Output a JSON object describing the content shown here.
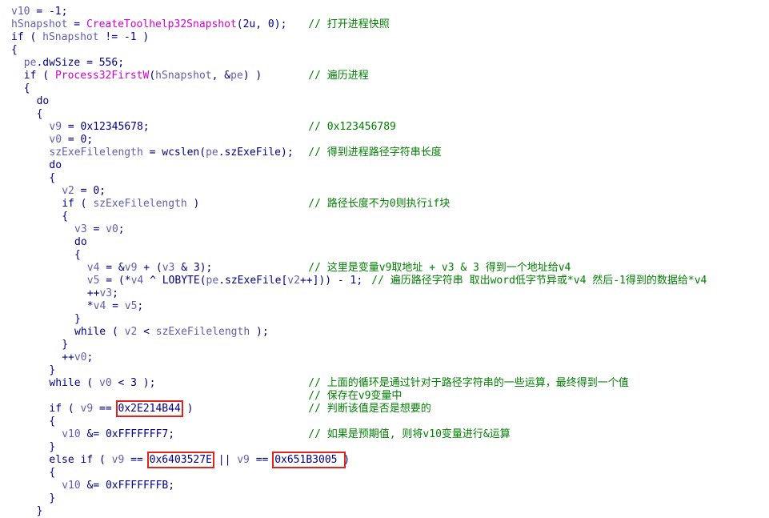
{
  "colors": {
    "background": "#ffffff",
    "keyword": "#000080",
    "variable": "#5f5faf",
    "function": "#d000d0",
    "number": "#000080",
    "comment": "#008000",
    "highlight_box": "#e0231d"
  },
  "lines": [
    {
      "indent": 0,
      "tokens": [
        {
          "t": "v10",
          "c": "variable"
        },
        {
          "t": " = -1;"
        }
      ]
    },
    {
      "indent": 0,
      "tokens": [
        {
          "t": "hSnapshot",
          "c": "variable"
        },
        {
          "t": " = "
        },
        {
          "t": "CreateToolhelp32Snapshot",
          "c": "function"
        },
        {
          "t": "(2u, 0);"
        }
      ],
      "comment": "// 打开进程快照",
      "comment_col": 47
    },
    {
      "indent": 0,
      "tokens": [
        {
          "t": "if ( "
        },
        {
          "t": "hSnapshot",
          "c": "variable"
        },
        {
          "t": " != -1 )"
        }
      ]
    },
    {
      "indent": 0,
      "tokens": [
        {
          "t": "{"
        }
      ]
    },
    {
      "indent": 2,
      "tokens": [
        {
          "t": "pe",
          "c": "variable"
        },
        {
          "t": ".dwSize = 556;"
        }
      ]
    },
    {
      "indent": 2,
      "tokens": [
        {
          "t": "if ( "
        },
        {
          "t": "Process32FirstW",
          "c": "function"
        },
        {
          "t": "("
        },
        {
          "t": "hSnapshot",
          "c": "variable"
        },
        {
          "t": ", &"
        },
        {
          "t": "pe",
          "c": "variable"
        },
        {
          "t": ") )"
        }
      ],
      "comment": "// 遍历进程",
      "comment_col": 47
    },
    {
      "indent": 2,
      "tokens": [
        {
          "t": "{"
        }
      ]
    },
    {
      "indent": 4,
      "tokens": [
        {
          "t": "do"
        }
      ]
    },
    {
      "indent": 4,
      "tokens": [
        {
          "t": "{"
        }
      ]
    },
    {
      "indent": 6,
      "tokens": [
        {
          "t": "v9",
          "c": "variable"
        },
        {
          "t": " = 0x12345678;"
        }
      ],
      "comment": "// 0x123456789",
      "comment_col": 47
    },
    {
      "indent": 6,
      "tokens": [
        {
          "t": "v0",
          "c": "variable"
        },
        {
          "t": " = 0;"
        }
      ]
    },
    {
      "indent": 6,
      "tokens": [
        {
          "t": "szExeFilelength",
          "c": "variable"
        },
        {
          "t": " = wcslen("
        },
        {
          "t": "pe",
          "c": "variable"
        },
        {
          "t": ".szExeFile);"
        }
      ],
      "comment": "// 得到进程路径字符串长度",
      "comment_col": 47
    },
    {
      "indent": 6,
      "tokens": [
        {
          "t": "do"
        }
      ]
    },
    {
      "indent": 6,
      "tokens": [
        {
          "t": "{"
        }
      ]
    },
    {
      "indent": 8,
      "tokens": [
        {
          "t": "v2",
          "c": "variable"
        },
        {
          "t": " = 0;"
        }
      ]
    },
    {
      "indent": 8,
      "tokens": [
        {
          "t": "if ( "
        },
        {
          "t": "szExeFilelength",
          "c": "variable"
        },
        {
          "t": " )"
        }
      ],
      "comment": "// 路径长度不为0则执行if块",
      "comment_col": 47
    },
    {
      "indent": 8,
      "tokens": [
        {
          "t": "{"
        }
      ]
    },
    {
      "indent": 10,
      "tokens": [
        {
          "t": "v3",
          "c": "variable"
        },
        {
          "t": " = "
        },
        {
          "t": "v0",
          "c": "variable"
        },
        {
          "t": ";"
        }
      ]
    },
    {
      "indent": 10,
      "tokens": [
        {
          "t": "do"
        }
      ]
    },
    {
      "indent": 10,
      "tokens": [
        {
          "t": "{"
        }
      ]
    },
    {
      "indent": 12,
      "tokens": [
        {
          "t": "v4",
          "c": "variable"
        },
        {
          "t": " = &"
        },
        {
          "t": "v9",
          "c": "variable"
        },
        {
          "t": " + ("
        },
        {
          "t": "v3",
          "c": "variable"
        },
        {
          "t": " & 3);"
        }
      ],
      "comment": "// 这里是变量v9取地址 + v3 & 3 得到一个地址给v4",
      "comment_col": 47
    },
    {
      "indent": 12,
      "tokens": [
        {
          "t": "v5",
          "c": "variable"
        },
        {
          "t": " = (*"
        },
        {
          "t": "v4",
          "c": "variable"
        },
        {
          "t": " ^ LOBYTE("
        },
        {
          "t": "pe",
          "c": "variable"
        },
        {
          "t": ".szExeFile["
        },
        {
          "t": "v2",
          "c": "variable"
        },
        {
          "t": "++])) - 1;"
        }
      ],
      "comment": "// 遍历路径字符串 取出word低字节异或*v4 然后-1得到的数据给*v4",
      "comment_col": 57
    },
    {
      "indent": 12,
      "tokens": [
        {
          "t": "++"
        },
        {
          "t": "v3",
          "c": "variable"
        },
        {
          "t": ";"
        }
      ]
    },
    {
      "indent": 12,
      "tokens": [
        {
          "t": "*"
        },
        {
          "t": "v4",
          "c": "variable"
        },
        {
          "t": " = "
        },
        {
          "t": "v5",
          "c": "variable"
        },
        {
          "t": ";"
        }
      ]
    },
    {
      "indent": 10,
      "tokens": [
        {
          "t": "}"
        }
      ]
    },
    {
      "indent": 10,
      "tokens": [
        {
          "t": "while ( "
        },
        {
          "t": "v2",
          "c": "variable"
        },
        {
          "t": " < "
        },
        {
          "t": "szExeFilelength",
          "c": "variable"
        },
        {
          "t": " );"
        }
      ]
    },
    {
      "indent": 8,
      "tokens": [
        {
          "t": "}"
        }
      ]
    },
    {
      "indent": 8,
      "tokens": [
        {
          "t": "++"
        },
        {
          "t": "v0",
          "c": "variable"
        },
        {
          "t": ";"
        }
      ]
    },
    {
      "indent": 6,
      "tokens": [
        {
          "t": "}"
        }
      ]
    },
    {
      "indent": 6,
      "tokens": [
        {
          "t": "while ( "
        },
        {
          "t": "v0",
          "c": "variable"
        },
        {
          "t": " < 3 );"
        }
      ],
      "comment": "// 上面的循环是通过针对于路径字符串的一些运算，最终得到一个值",
      "comment_col": 47
    },
    {
      "indent": 0,
      "tokens": [],
      "comment": "// 保存在v9变量中",
      "comment_col": 47
    },
    {
      "indent": 6,
      "tokens": [
        {
          "t": "if ( "
        },
        {
          "t": "v9",
          "c": "variable"
        },
        {
          "t": " == "
        },
        {
          "t": "0x2E214B44",
          "box": true
        },
        {
          "t": " )"
        }
      ],
      "comment": "// 判断该值是否是想要的",
      "comment_col": 47
    },
    {
      "indent": 6,
      "tokens": [
        {
          "t": "{"
        }
      ]
    },
    {
      "indent": 8,
      "tokens": [
        {
          "t": "v10",
          "c": "variable"
        },
        {
          "t": " &= 0xFFFFFFF7;"
        }
      ],
      "comment": "// 如果是预期值, 则将v10变量进行&运算",
      "comment_col": 47
    },
    {
      "indent": 6,
      "tokens": [
        {
          "t": "}"
        }
      ]
    },
    {
      "indent": 6,
      "tokens": [
        {
          "t": "else if ( "
        },
        {
          "t": "v9",
          "c": "variable"
        },
        {
          "t": " == "
        },
        {
          "t": "0x6403527E",
          "box": true
        },
        {
          "t": " || "
        },
        {
          "t": "v9",
          "c": "variable"
        },
        {
          "t": " == "
        },
        {
          "t": "0x651B3005 ",
          "box": true
        },
        {
          "t": ")"
        }
      ]
    },
    {
      "indent": 6,
      "tokens": [
        {
          "t": "{"
        }
      ]
    },
    {
      "indent": 8,
      "tokens": [
        {
          "t": "v10",
          "c": "variable"
        },
        {
          "t": " &= 0xFFFFFFFB;"
        }
      ]
    },
    {
      "indent": 6,
      "tokens": [
        {
          "t": "}"
        }
      ]
    },
    {
      "indent": 4,
      "tokens": [
        {
          "t": "}"
        }
      ]
    }
  ]
}
